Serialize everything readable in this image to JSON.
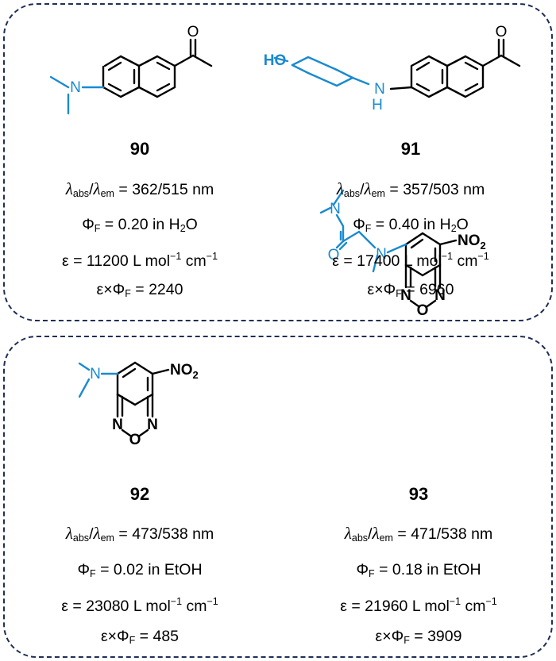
{
  "compounds": [
    {
      "id": "90",
      "wavelengths": "362/515 nm",
      "quantum_yield": "0.20",
      "solvent_prefix": "in H",
      "solvent_sub": "2",
      "solvent_suffix": "O",
      "epsilon_value": "11200",
      "brightness": "2240"
    },
    {
      "id": "91",
      "wavelengths": "357/503 nm",
      "quantum_yield": "0.40",
      "solvent_prefix": "in H",
      "solvent_sub": "2",
      "solvent_suffix": "O",
      "epsilon_value": "17400",
      "brightness": "6960"
    },
    {
      "id": "92",
      "wavelengths": "473/538 nm",
      "quantum_yield": "0.02",
      "solvent_prefix": "in EtOH",
      "solvent_sub": "",
      "solvent_suffix": "",
      "epsilon_value": "23080",
      "brightness": "485"
    },
    {
      "id": "93",
      "wavelengths": "471/538 nm",
      "quantum_yield": "0.18",
      "solvent_prefix": "in EtOH",
      "solvent_sub": "",
      "solvent_suffix": "",
      "epsilon_value": "21960",
      "brightness": "3909"
    }
  ],
  "symbols": {
    "lambda": "λ",
    "abs_sub": "abs",
    "separator": "/",
    "em_sub": "em",
    "equals": " = ",
    "phi": "Φ",
    "phi_sub": "F",
    "epsilon": "ε",
    "units_text": " L mol",
    "units_mid": " cm",
    "inverse": "−1",
    "times": "×"
  },
  "atoms": {
    "oxygen": "O",
    "nitrogen": "N",
    "amine_nh": "H",
    "hydroxyl": "HO",
    "nitro_base": "NO",
    "nitro_sub": "2"
  },
  "colors": {
    "border": "#1f2f55",
    "highlight": "#1a8ad0",
    "text": "#000000"
  }
}
